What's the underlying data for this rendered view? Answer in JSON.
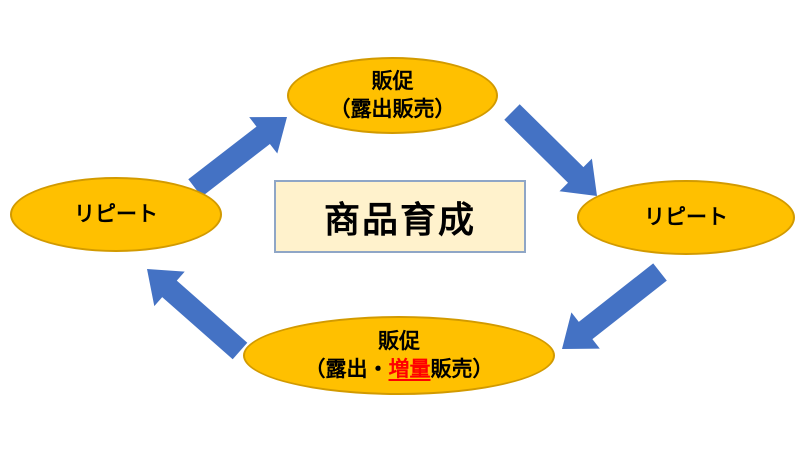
{
  "diagram": {
    "center": {
      "title": "商品育成"
    },
    "nodes": {
      "top": {
        "line1": "販促",
        "line2": "（露出販売）"
      },
      "right": {
        "label": "リピート"
      },
      "bottom": {
        "line1": "販促",
        "line2_prefix": "（露出・",
        "line2_highlight": "増量",
        "line2_suffix": "販売）"
      },
      "left": {
        "label": "リピート"
      }
    },
    "arrows": [
      {
        "name": "left-to-top",
        "direction": "up-right"
      },
      {
        "name": "top-to-right",
        "direction": "down-right"
      },
      {
        "name": "right-to-bottom",
        "direction": "down-left"
      },
      {
        "name": "bottom-to-left",
        "direction": "up-left"
      }
    ],
    "colors": {
      "node_fill": "#FFC000",
      "node_border": "#D29A00",
      "arrow_fill": "#4472C4",
      "center_fill": "#FFF2CC",
      "center_border": "#8FA6C6",
      "text": "#000000",
      "highlight_text": "#FF0000"
    }
  }
}
